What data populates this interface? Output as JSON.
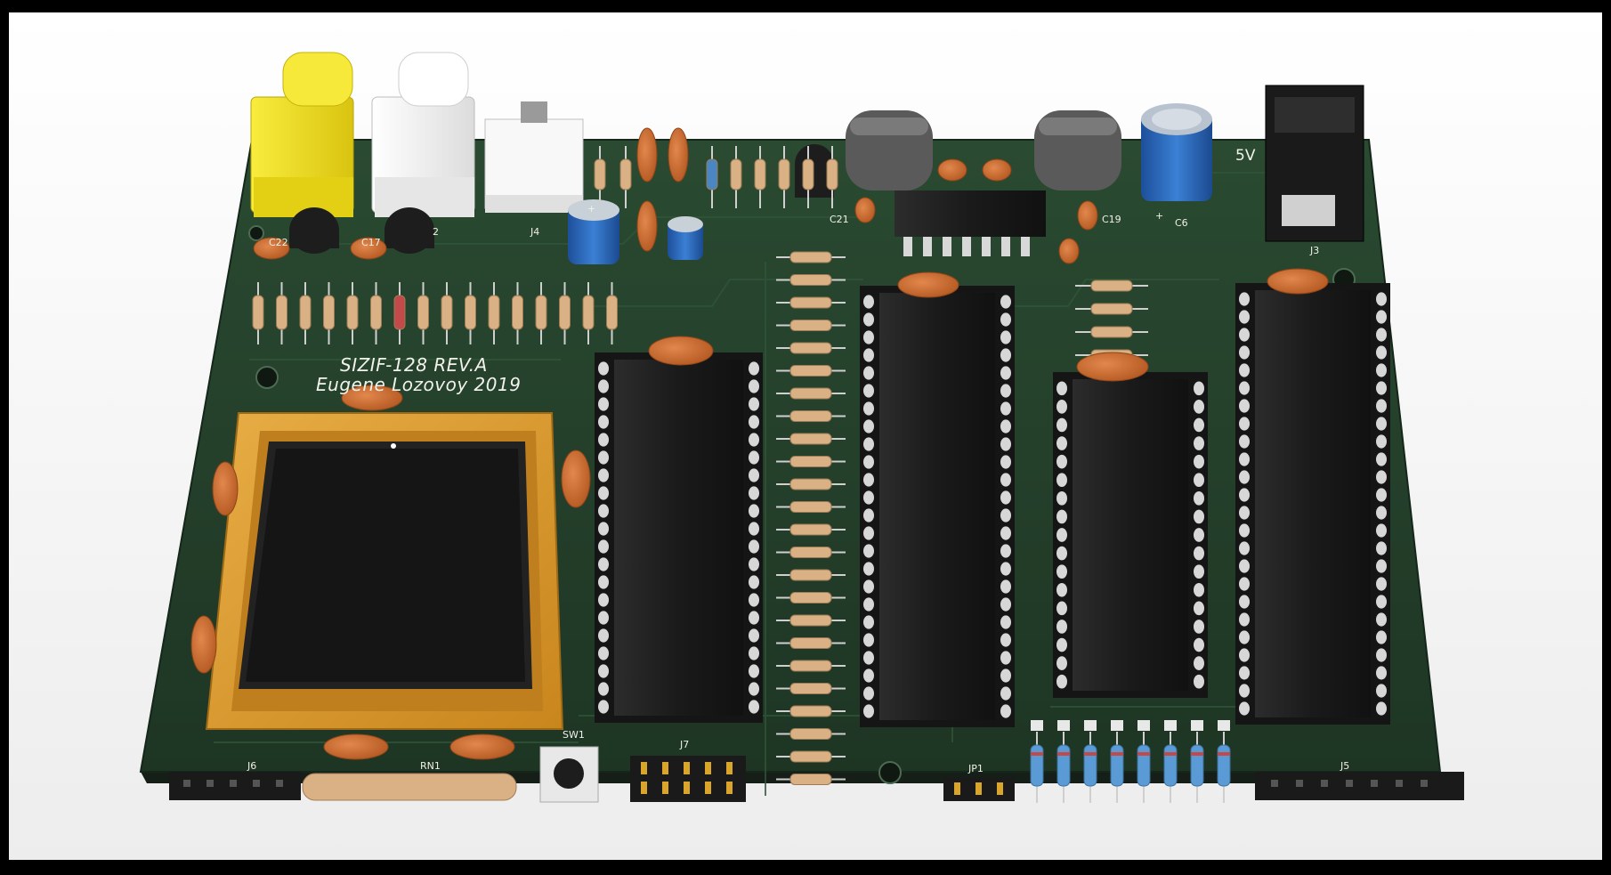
{
  "board": {
    "title_line1": "SIZIF-128 REV.A",
    "title_line2": "Eugene Lozovoy 2019",
    "power_label": "5V",
    "pcb_color": "#1f3a26",
    "silkscreen_color": "#f2f2ec"
  },
  "refs": {
    "c22": "C22",
    "c17": "C17",
    "c2": "2",
    "j4": "J4",
    "c21": "C21",
    "c19": "C19",
    "c6": "C6",
    "j3": "J3",
    "j6": "J6",
    "rn1": "RN1",
    "sw1": "SW1",
    "j7": "J7",
    "jp1": "JP1",
    "j5": "J5",
    "plus1": "+",
    "plus2": "+"
  },
  "colors": {
    "rca_yellow": "#f4e21a",
    "rca_white": "#f4f4f4",
    "ceramic_cap": "#c8682e",
    "resistor_body": "#d9b184",
    "ic_body": "#1c1c1c",
    "electrolytic": "#2f6fc4",
    "plcc_socket": "#d99a2c"
  }
}
